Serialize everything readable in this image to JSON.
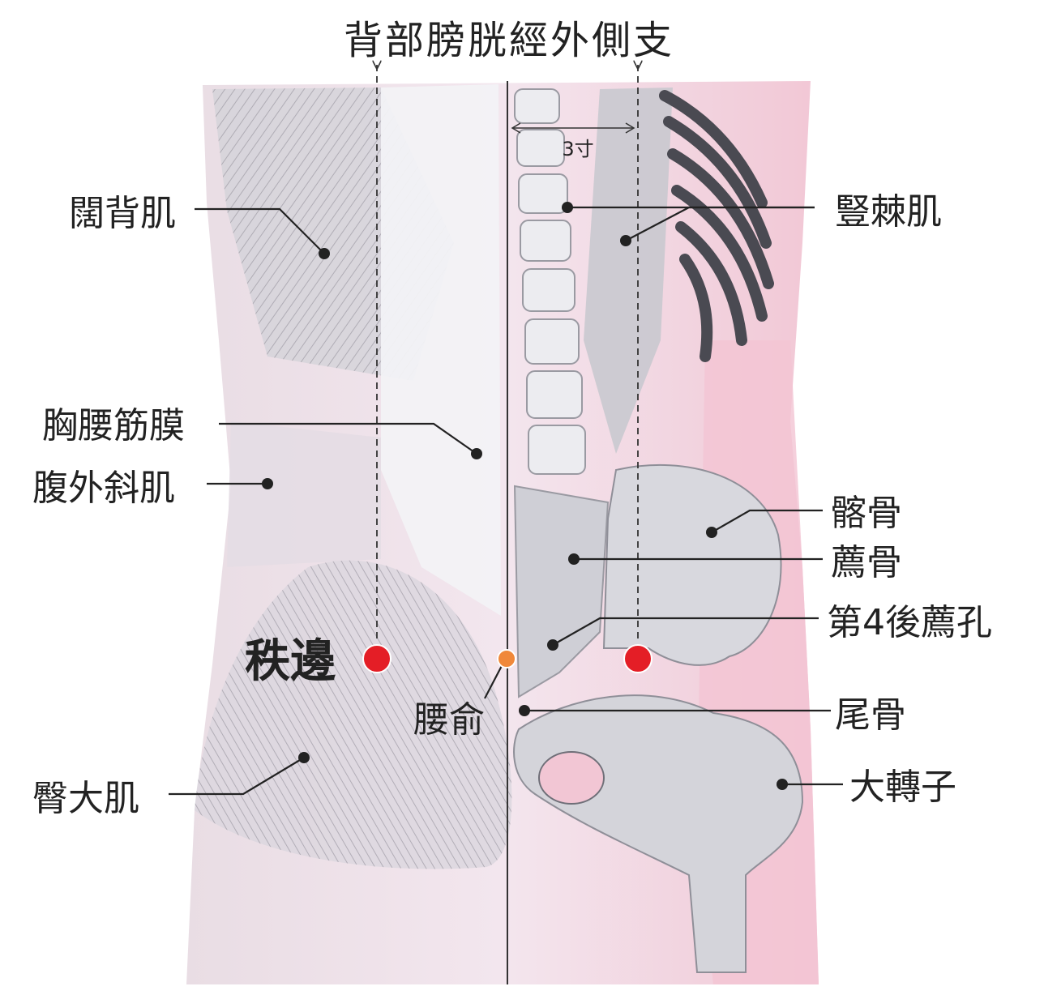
{
  "title": "背部膀胱經外側支",
  "measure": "3寸",
  "labels": {
    "latissimus": "闊背肌",
    "erector": "豎棘肌",
    "thoracolumbar": "胸腰筋膜",
    "external_oblique": "腹外斜肌",
    "ilium": "髂骨",
    "sacrum": "薦骨",
    "sacral_foramen": "第4後薦孔",
    "coccyx": "尾骨",
    "gluteus": "臀大肌",
    "trochanter": "大轉子"
  },
  "points": {
    "main": "秩邊",
    "reference": "腰俞"
  },
  "colors": {
    "acupoint": "#e41e26",
    "reference_point": "#f0883a",
    "skin": "#f4c9d6",
    "tissue": "#dcdde2",
    "leader": "#222222"
  }
}
